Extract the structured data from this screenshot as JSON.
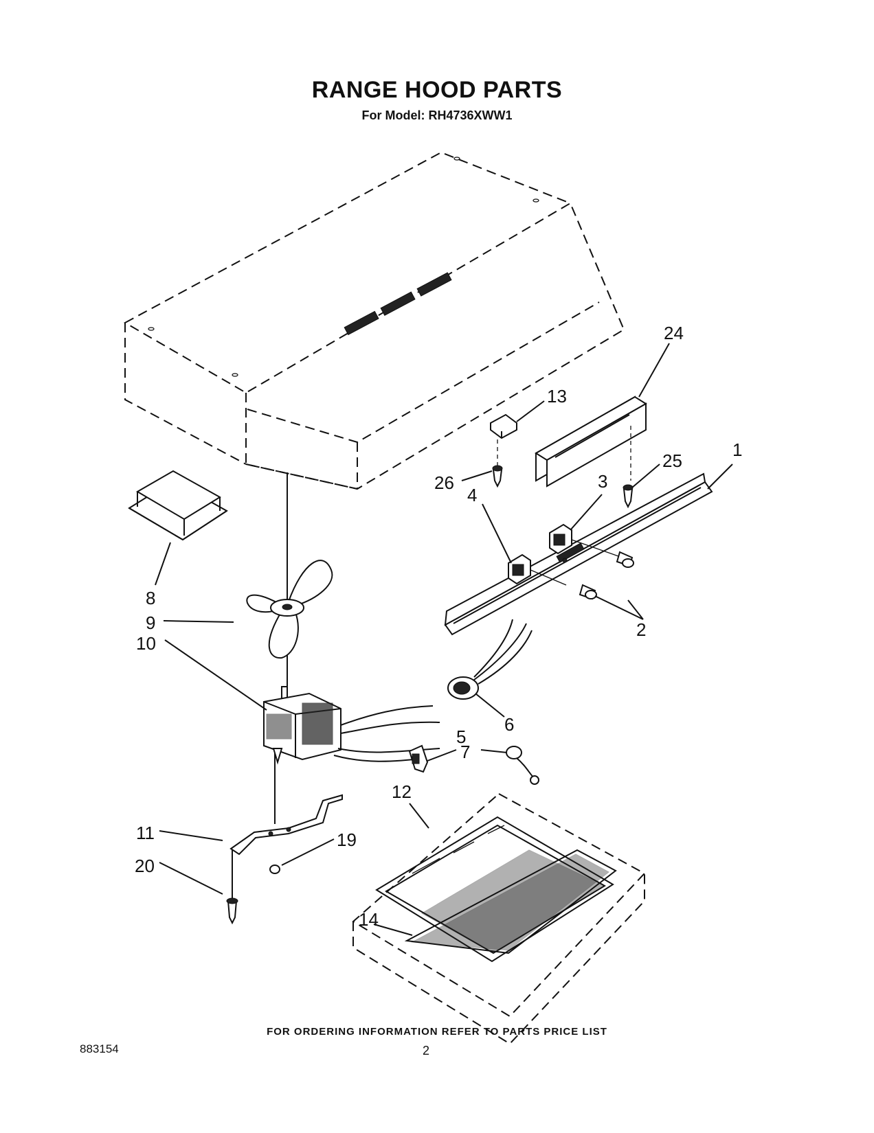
{
  "title": "RANGE HOOD PARTS",
  "subtitle": "For Model: RH4736XWW1",
  "footer_note": "FOR ORDERING INFORMATION REFER TO PARTS PRICE LIST",
  "document_number": "883154",
  "page_number": "2",
  "callouts": [
    "1",
    "2",
    "3",
    "4",
    "5",
    "6",
    "7",
    "8",
    "9",
    "10",
    "11",
    "12",
    "13",
    "14",
    "19",
    "20",
    "24",
    "25",
    "26"
  ]
}
